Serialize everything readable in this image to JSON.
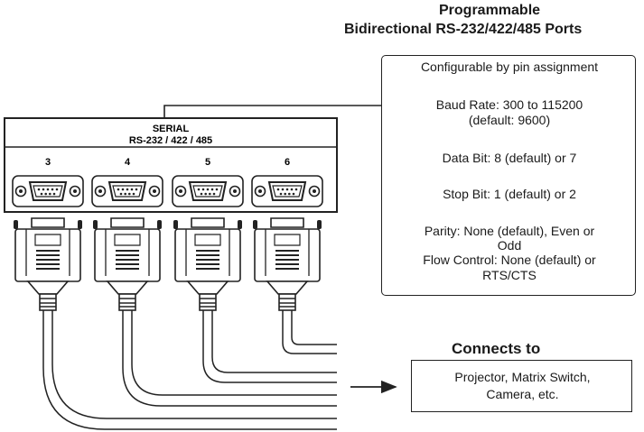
{
  "header": {
    "line1": "Programmable",
    "line2": "Bidirectional RS-232/422/485 Ports"
  },
  "panel": {
    "title": "SERIAL",
    "subtitle": "RS-232 / 422 / 485",
    "ports": [
      "3",
      "4",
      "5",
      "6"
    ]
  },
  "specs": {
    "pins": "Configurable by pin assignment",
    "baud_line1": "Baud Rate: 300 to 115200",
    "baud_line2": "(default: 9600)",
    "data_bit": "Data Bit: 8 (default) or 7",
    "stop_bit": "Stop Bit: 1 (default) or 2",
    "parity_line1": "Parity: None (default), Even or",
    "parity_line2": "Odd",
    "flow_line1": "Flow Control: None (default) or",
    "flow_line2": "RTS/CTS"
  },
  "connects": {
    "heading": "Connects to",
    "line1": "Projector, Matrix Switch,",
    "line2": "Camera, etc."
  }
}
